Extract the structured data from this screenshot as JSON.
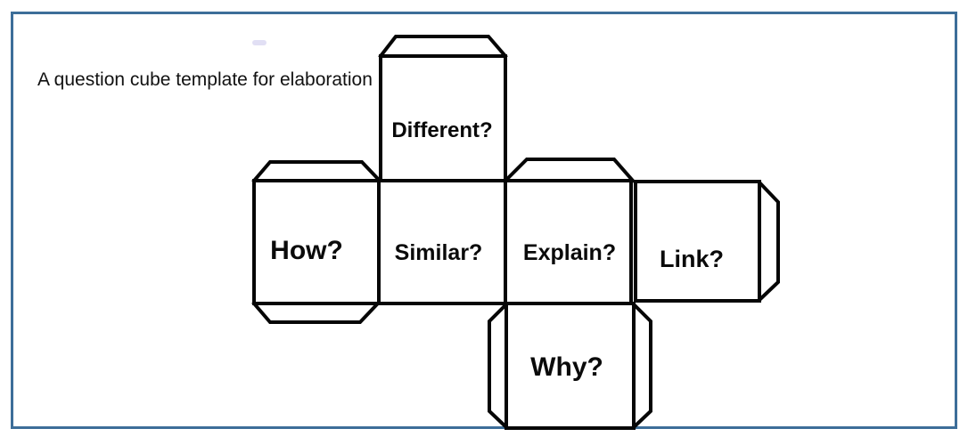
{
  "title": "A question cube template for elaboration",
  "cube": {
    "description": "Unfolded cube net (cross shape) with seven glue tabs",
    "faces": [
      {
        "id": "different",
        "label": "Different?"
      },
      {
        "id": "how",
        "label": "How?"
      },
      {
        "id": "similar",
        "label": "Similar?"
      },
      {
        "id": "explain",
        "label": "Explain?"
      },
      {
        "id": "link",
        "label": "Link?"
      },
      {
        "id": "why",
        "label": "Why?"
      }
    ]
  },
  "colors": {
    "frame_border": "#3d6e99",
    "line": "#060606",
    "label_text": "#0a0a0a",
    "background": "#ffffff",
    "smudge": "#dcd9f2"
  }
}
